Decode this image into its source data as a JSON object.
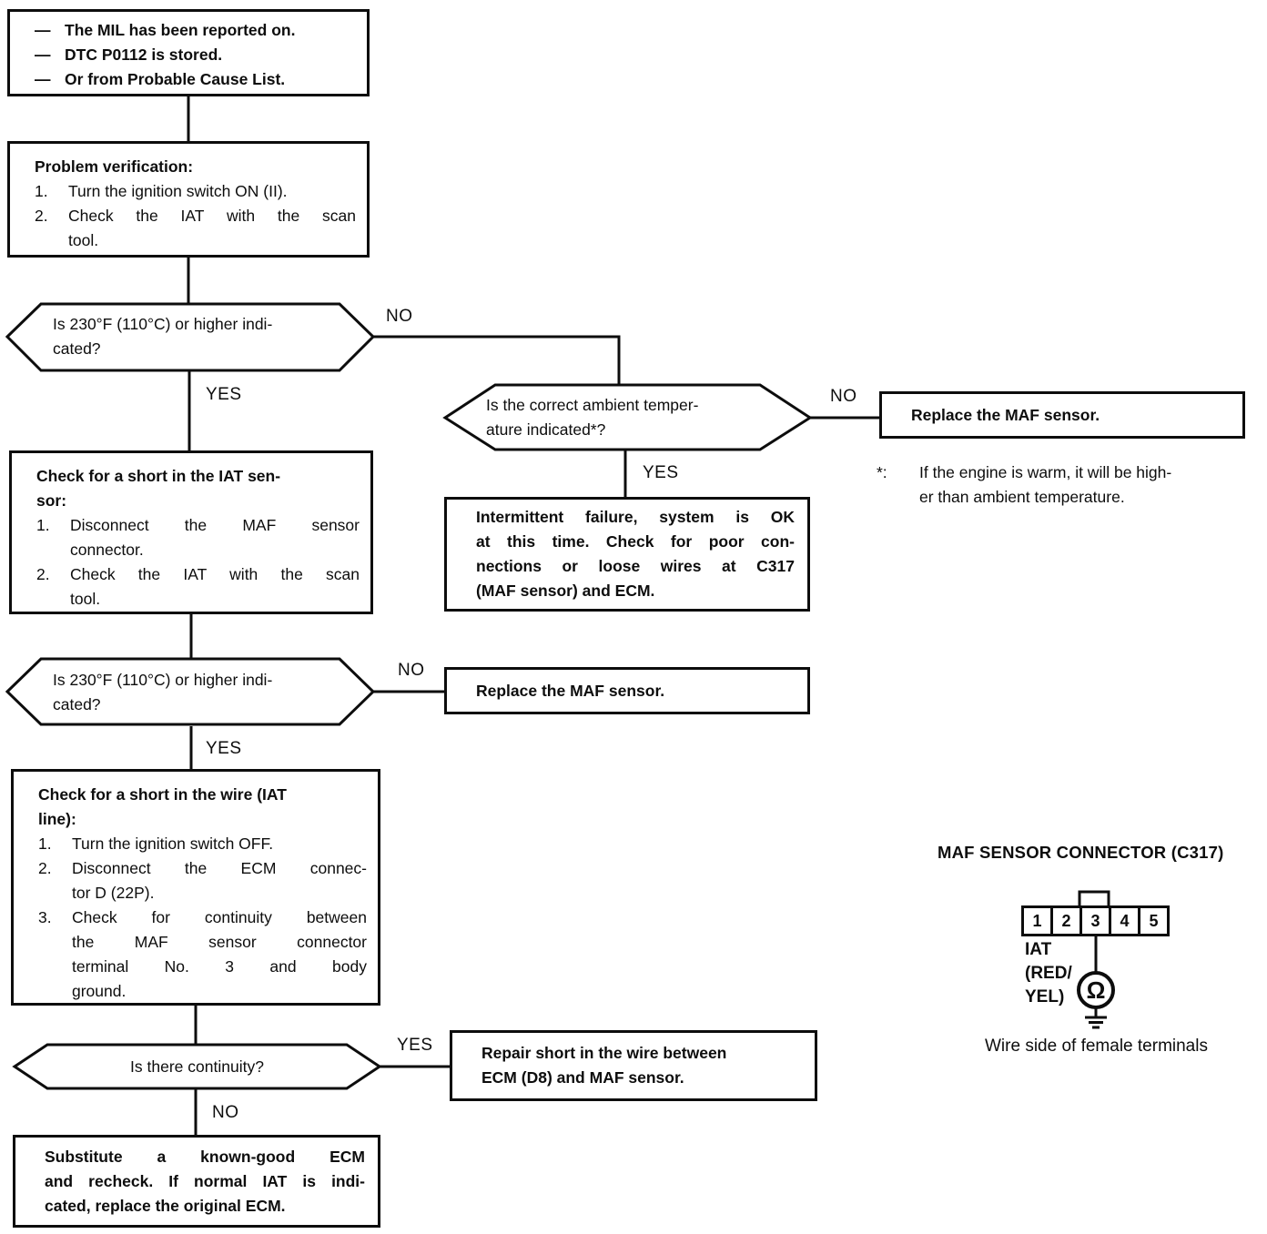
{
  "flow": {
    "start": {
      "items": [
        {
          "bullet": "—",
          "text": "The MIL has been reported on."
        },
        {
          "bullet": "—",
          "text": "DTC P0112 is stored."
        },
        {
          "bullet": "—",
          "text": "Or from Probable Cause List."
        }
      ]
    },
    "verify": {
      "title": "Problem verification:",
      "steps": [
        {
          "num": "1.",
          "lines": [
            "Turn the ignition switch ON (II)."
          ]
        },
        {
          "num": "2.",
          "lines": [
            "Check the IAT with the scan",
            "tool."
          ]
        }
      ]
    },
    "dec1": {
      "lines": [
        "Is 230°F (110°C) or higher indi-",
        "cated?"
      ],
      "yes": "YES",
      "no": "NO"
    },
    "dec2": {
      "lines": [
        "Is the correct ambient temper-",
        "ature indicated*?"
      ],
      "yes": "YES",
      "no": "NO"
    },
    "replace1": {
      "text": "Replace the MAF sensor."
    },
    "footnote": {
      "marker": "*:",
      "lines": [
        "If the engine is warm, it will be high-",
        "er than ambient temperature."
      ]
    },
    "intermittent": {
      "lines": [
        "Intermittent failure, system is OK",
        "at this time. Check for poor con-",
        "nections or loose wires at C317",
        "(MAF sensor) and ECM."
      ]
    },
    "check_iat": {
      "title_lines": [
        "Check for a short in the IAT sen-",
        "sor:"
      ],
      "steps": [
        {
          "num": "1.",
          "lines": [
            "Disconnect the MAF sensor",
            "connector."
          ]
        },
        {
          "num": "2.",
          "lines": [
            "Check the IAT with the scan",
            "tool."
          ]
        }
      ]
    },
    "dec3": {
      "lines": [
        "Is 230°F (110°C) or higher indi-",
        "cated?"
      ],
      "yes": "YES",
      "no": "NO"
    },
    "replace2": {
      "text": "Replace the MAF sensor."
    },
    "check_wire": {
      "title_lines": [
        "Check for a short in the wire (IAT",
        "line):"
      ],
      "steps": [
        {
          "num": "1.",
          "lines": [
            "Turn the ignition switch OFF."
          ]
        },
        {
          "num": "2.",
          "lines": [
            "Disconnect the ECM connec-",
            "tor D (22P)."
          ]
        },
        {
          "num": "3.",
          "lines": [
            "Check for continuity between",
            "the MAF sensor connector",
            "terminal No. 3 and body",
            "ground."
          ]
        }
      ]
    },
    "dec4": {
      "text": "Is there continuity?",
      "yes": "YES",
      "no": "NO"
    },
    "repair": {
      "lines": [
        "Repair short in the wire between",
        "ECM (D8) and MAF sensor."
      ]
    },
    "substitute": {
      "lines": [
        "Substitute a known-good ECM",
        "and recheck. If normal IAT is indi-",
        "cated, replace the original ECM."
      ]
    }
  },
  "connector": {
    "title": "MAF SENSOR CONNECTOR (C317)",
    "pins": [
      "1",
      "2",
      "3",
      "4",
      "5"
    ],
    "wire_label_lines": [
      "IAT",
      "(RED/",
      "YEL)"
    ],
    "ohm_symbol": "Ω",
    "caption": "Wire side of female terminals"
  },
  "colors": {
    "ink": "#0d0d0d",
    "paper": "#ffffff"
  }
}
